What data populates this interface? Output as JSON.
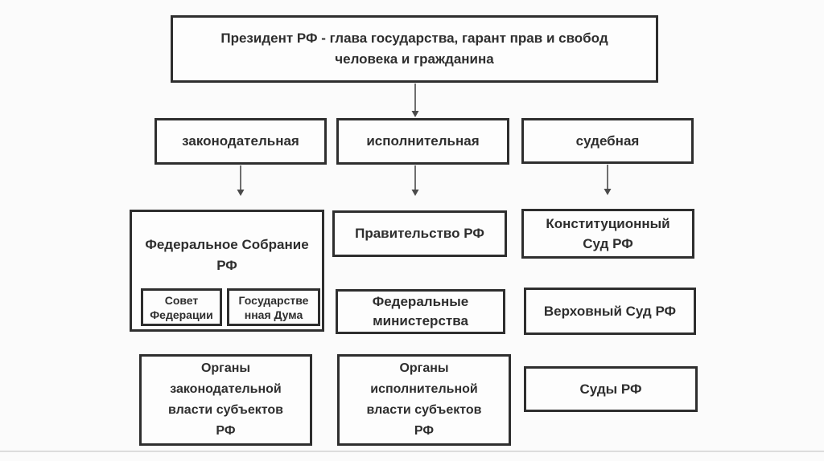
{
  "colors": {
    "background": "#fbfbfb",
    "box_fill": "#fdfdfd",
    "box_border": "#2e2e2e",
    "text": "#2e2e2e",
    "arrow": "#4a4a4a",
    "slide_edge": "#dcdcdc"
  },
  "president": {
    "label": "Президент РФ - глава государства, гарант прав и свобод\nчеловека и гражданина"
  },
  "branches": {
    "legislative": {
      "label": "законодательная"
    },
    "executive": {
      "label": "исполнительная"
    },
    "judicial": {
      "label": "судебная"
    }
  },
  "legislative": {
    "federal_assembly": {
      "label": "Федеральное Собрание\nРФ"
    },
    "federation_council": {
      "label": "Совет\nФедерации"
    },
    "state_duma": {
      "label": "Государстве\nнная Дума"
    },
    "regional": {
      "label": "Органы\nзаконодательной\nвласти субъектов\nРФ"
    }
  },
  "executive": {
    "government": {
      "label": "Правительство РФ"
    },
    "ministries": {
      "label": "Федеральные\nминистерства"
    },
    "regional": {
      "label": "Органы\nисполнительной\nвласти субъектов\nРФ"
    }
  },
  "judicial": {
    "constitutional_court": {
      "label": "Конституционный\nСуд РФ"
    },
    "supreme_court": {
      "label": "Верховный Суд РФ"
    },
    "courts": {
      "label": "Суды РФ"
    }
  }
}
